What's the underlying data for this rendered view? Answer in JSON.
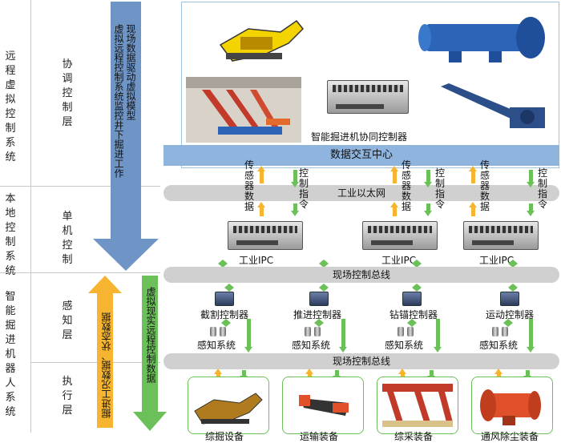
{
  "left_axis": {
    "remote": "远程虚拟控制系统",
    "local": "本地控制系统",
    "robot": "智能掘进机器人系统"
  },
  "layers": {
    "coord": "协调控制层",
    "single": "单机控制",
    "sense": "感知层",
    "exec": "执行层"
  },
  "big_arrow": {
    "line1": "现场数据驱动虚拟模型",
    "line2": "虚拟远程控制系统监控井下掘进工作"
  },
  "small_arrows": {
    "orange": "掘进工况数据、状态数据",
    "green": "虚拟现实远程控制数据"
  },
  "top_panel": {
    "controller_caption": "智能掘进机协同控制器"
  },
  "buses": {
    "data_center": "数据交互中心",
    "ethernet": "工业以太网",
    "field_bus_1": "现场控制总线",
    "field_bus_2": "现场控制总线"
  },
  "signals": {
    "sensor_data": "传感器数据",
    "control_cmd": "控制指令"
  },
  "ipc_label": "工业IPC",
  "controllers": [
    "截割控制器",
    "推进控制器",
    "钻锚控制器",
    "运动控制器"
  ],
  "sensing": "感知系统",
  "equipment": [
    "综掘设备",
    "运输装备",
    "综采装备",
    "通风除尘装备"
  ],
  "colors": {
    "blue_arrow": "#6f95c6",
    "orange": "#f6b430",
    "green": "#6cc05a",
    "bus_gray": "#d0d0d0",
    "data_center_blue": "#8fb4de"
  }
}
